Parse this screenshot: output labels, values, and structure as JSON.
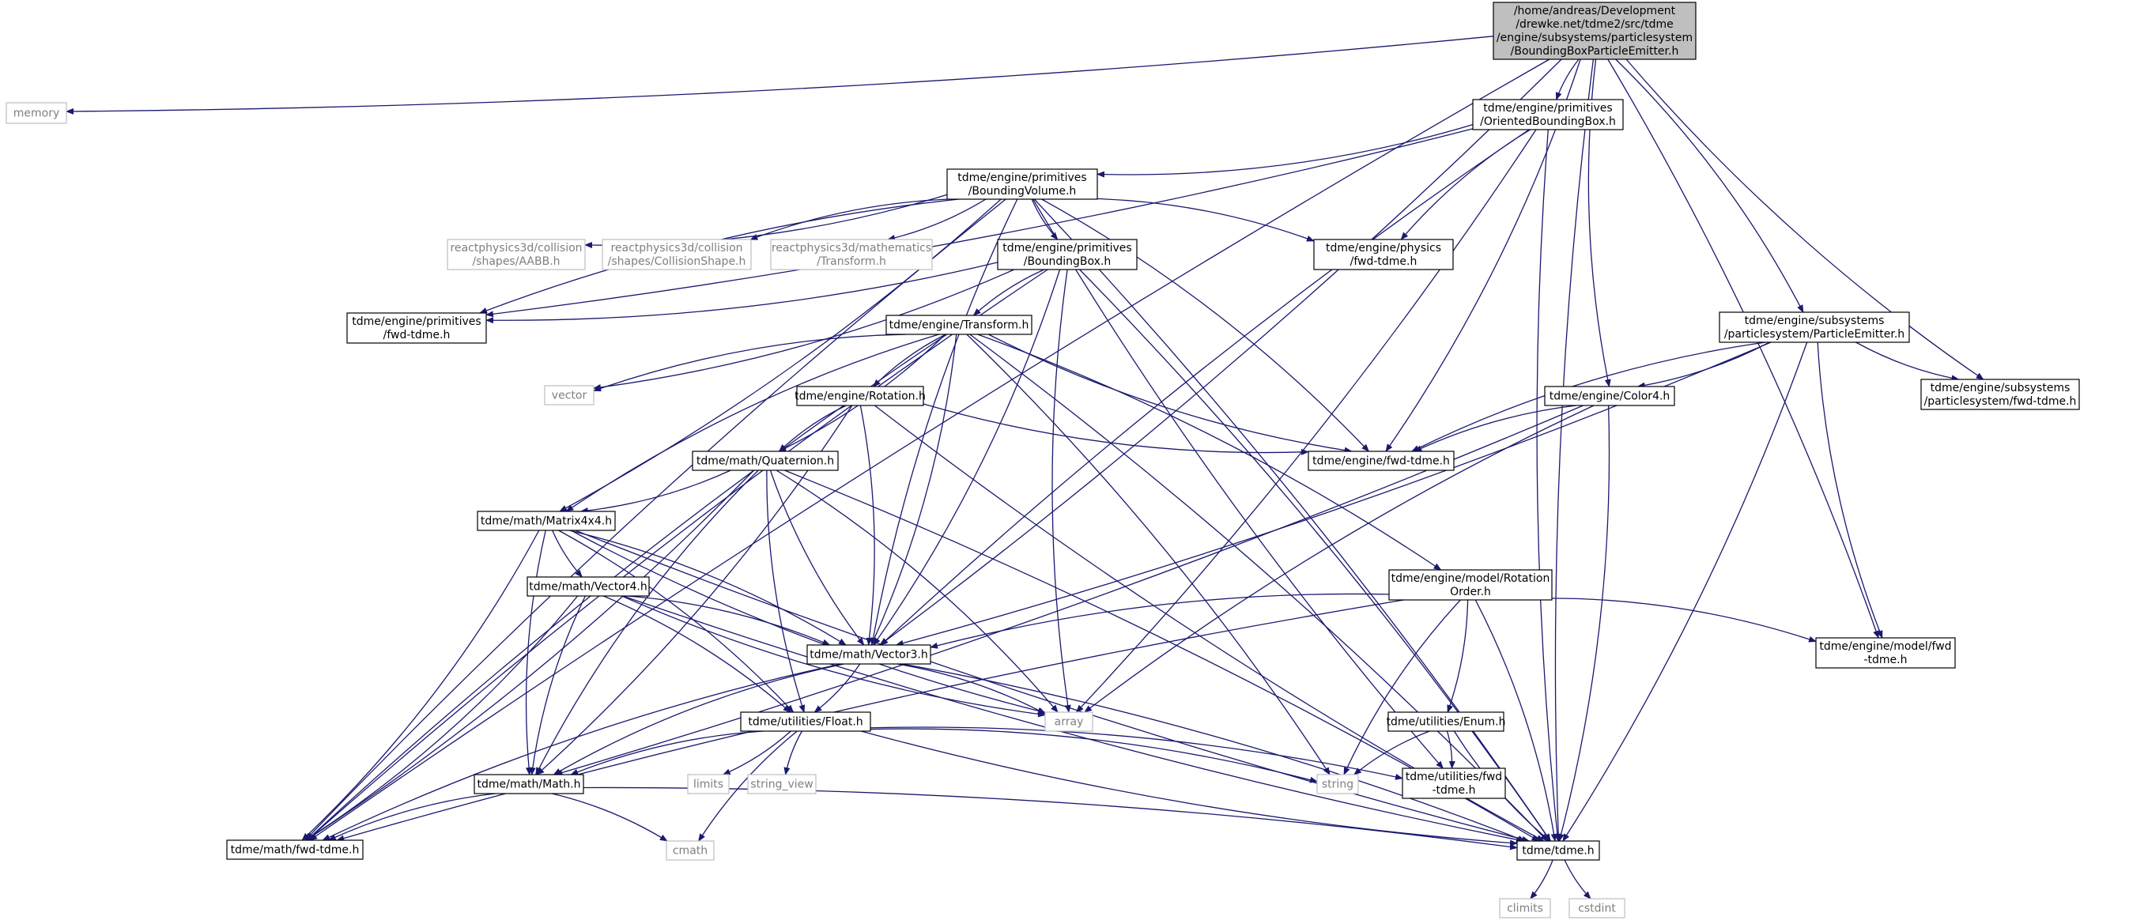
{
  "colors": {
    "edge": "#191970",
    "node_border": "#000000",
    "external_border": "#bfbfbf",
    "external_text": "#7f7f7f",
    "root_fill": "#bfbfbf",
    "fill": "#ffffff"
  },
  "nodes": [
    {
      "id": "root",
      "kind": "root",
      "lines": [
        "/home/andreas/Development",
        "/drewke.net/tdme2/src/tdme",
        "/engine/subsystems/particlesystem",
        "/BoundingBoxParticleEmitter.h"
      ]
    },
    {
      "id": "memory",
      "kind": "external",
      "lines": [
        "memory"
      ]
    },
    {
      "id": "obb",
      "kind": "header",
      "lines": [
        "tdme/engine/primitives",
        "/OrientedBoundingBox.h"
      ]
    },
    {
      "id": "bv",
      "kind": "header",
      "lines": [
        "tdme/engine/primitives",
        "/BoundingVolume.h"
      ]
    },
    {
      "id": "aabb",
      "kind": "external",
      "lines": [
        "reactphysics3d/collision",
        "/shapes/AABB.h"
      ]
    },
    {
      "id": "colshape",
      "kind": "external",
      "lines": [
        "reactphysics3d/collision",
        "/shapes/CollisionShape.h"
      ]
    },
    {
      "id": "rptransform",
      "kind": "external",
      "lines": [
        "reactphysics3d/mathematics",
        "/Transform.h"
      ]
    },
    {
      "id": "bb",
      "kind": "header",
      "lines": [
        "tdme/engine/primitives",
        "/BoundingBox.h"
      ]
    },
    {
      "id": "physfwd",
      "kind": "header",
      "lines": [
        "tdme/engine/physics",
        "/fwd-tdme.h"
      ]
    },
    {
      "id": "primfwd",
      "kind": "header",
      "lines": [
        "tdme/engine/primitives",
        "/fwd-tdme.h"
      ]
    },
    {
      "id": "transform",
      "kind": "header",
      "lines": [
        "tdme/engine/Transform.h"
      ]
    },
    {
      "id": "pe",
      "kind": "header",
      "lines": [
        "tdme/engine/subsystems",
        "/particlesystem/ParticleEmitter.h"
      ]
    },
    {
      "id": "psfwd",
      "kind": "header",
      "lines": [
        "tdme/engine/subsystems",
        "/particlesystem/fwd-tdme.h"
      ]
    },
    {
      "id": "vector",
      "kind": "external",
      "lines": [
        "vector"
      ]
    },
    {
      "id": "rotation",
      "kind": "header",
      "lines": [
        "tdme/engine/Rotation.h"
      ]
    },
    {
      "id": "color4",
      "kind": "header",
      "lines": [
        "tdme/engine/Color4.h"
      ]
    },
    {
      "id": "enginefwd",
      "kind": "header",
      "lines": [
        "tdme/engine/fwd-tdme.h"
      ]
    },
    {
      "id": "quat",
      "kind": "header",
      "lines": [
        "tdme/math/Quaternion.h"
      ]
    },
    {
      "id": "mat4",
      "kind": "header",
      "lines": [
        "tdme/math/Matrix4x4.h"
      ]
    },
    {
      "id": "vec4",
      "kind": "header",
      "lines": [
        "tdme/math/Vector4.h"
      ]
    },
    {
      "id": "rotorder",
      "kind": "header",
      "lines": [
        "tdme/engine/model/Rotation",
        "Order.h"
      ]
    },
    {
      "id": "modelfwd",
      "kind": "header",
      "lines": [
        "tdme/engine/model/fwd",
        "-tdme.h"
      ]
    },
    {
      "id": "vec3",
      "kind": "header",
      "lines": [
        "tdme/math/Vector3.h"
      ]
    },
    {
      "id": "float",
      "kind": "header",
      "lines": [
        "tdme/utilities/Float.h"
      ]
    },
    {
      "id": "array",
      "kind": "external",
      "lines": [
        "array"
      ]
    },
    {
      "id": "enum",
      "kind": "header",
      "lines": [
        "tdme/utilities/Enum.h"
      ]
    },
    {
      "id": "limits",
      "kind": "external",
      "lines": [
        "limits"
      ]
    },
    {
      "id": "string_view",
      "kind": "external",
      "lines": [
        "string_view"
      ]
    },
    {
      "id": "string",
      "kind": "external",
      "lines": [
        "string"
      ]
    },
    {
      "id": "utilfwd",
      "kind": "header",
      "lines": [
        "tdme/utilities/fwd",
        "-tdme.h"
      ]
    },
    {
      "id": "math",
      "kind": "header",
      "lines": [
        "tdme/math/Math.h"
      ]
    },
    {
      "id": "mathfwd",
      "kind": "header",
      "lines": [
        "tdme/math/fwd-tdme.h"
      ]
    },
    {
      "id": "cmath",
      "kind": "external",
      "lines": [
        "cmath"
      ]
    },
    {
      "id": "tdme",
      "kind": "header",
      "lines": [
        "tdme/tdme.h"
      ]
    },
    {
      "id": "climits",
      "kind": "external",
      "lines": [
        "climits"
      ]
    },
    {
      "id": "cstdint",
      "kind": "external",
      "lines": [
        "cstdint"
      ]
    }
  ],
  "edges": [
    [
      "root",
      "memory"
    ],
    [
      "root",
      "obb"
    ],
    [
      "root",
      "enginefwd"
    ],
    [
      "root",
      "color4"
    ],
    [
      "root",
      "pe"
    ],
    [
      "root",
      "psfwd"
    ],
    [
      "root",
      "modelfwd"
    ],
    [
      "root",
      "tdme"
    ],
    [
      "root",
      "vec3"
    ],
    [
      "root",
      "mathfwd"
    ],
    [
      "obb",
      "bv"
    ],
    [
      "obb",
      "physfwd"
    ],
    [
      "obb",
      "primfwd"
    ],
    [
      "obb",
      "vec3"
    ],
    [
      "obb",
      "array"
    ],
    [
      "obb",
      "tdme"
    ],
    [
      "bv",
      "aabb"
    ],
    [
      "bv",
      "colshape"
    ],
    [
      "bv",
      "rptransform"
    ],
    [
      "bv",
      "bb"
    ],
    [
      "bv",
      "physfwd"
    ],
    [
      "bv",
      "primfwd"
    ],
    [
      "bv",
      "enginefwd"
    ],
    [
      "bv",
      "vec3"
    ],
    [
      "bv",
      "mat4"
    ],
    [
      "bv",
      "mathfwd"
    ],
    [
      "bv",
      "tdme"
    ],
    [
      "bv",
      "utilfwd"
    ],
    [
      "bb",
      "primfwd"
    ],
    [
      "bb",
      "transform"
    ],
    [
      "bb",
      "vec3"
    ],
    [
      "bb",
      "array"
    ],
    [
      "bb",
      "vector"
    ],
    [
      "bb",
      "mathfwd"
    ],
    [
      "bb",
      "tdme"
    ],
    [
      "transform",
      "rotation"
    ],
    [
      "transform",
      "quat"
    ],
    [
      "transform",
      "mat4"
    ],
    [
      "transform",
      "vec3"
    ],
    [
      "transform",
      "enginefwd"
    ],
    [
      "transform",
      "rotorder"
    ],
    [
      "transform",
      "vector"
    ],
    [
      "transform",
      "string"
    ],
    [
      "transform",
      "mathfwd"
    ],
    [
      "transform",
      "tdme"
    ],
    [
      "rotation",
      "quat"
    ],
    [
      "rotation",
      "vec3"
    ],
    [
      "rotation",
      "enginefwd"
    ],
    [
      "rotation",
      "math"
    ],
    [
      "rotation",
      "tdme"
    ],
    [
      "quat",
      "mat4"
    ],
    [
      "quat",
      "vec3"
    ],
    [
      "quat",
      "array"
    ],
    [
      "quat",
      "float"
    ],
    [
      "quat",
      "mathfwd"
    ],
    [
      "quat",
      "math"
    ],
    [
      "quat",
      "tdme"
    ],
    [
      "mat4",
      "vec4"
    ],
    [
      "mat4",
      "vec3"
    ],
    [
      "mat4",
      "math"
    ],
    [
      "mat4",
      "float"
    ],
    [
      "mat4",
      "array"
    ],
    [
      "mat4",
      "mathfwd"
    ],
    [
      "mat4",
      "tdme"
    ],
    [
      "vec4",
      "vec3"
    ],
    [
      "vec4",
      "math"
    ],
    [
      "vec4",
      "float"
    ],
    [
      "vec4",
      "array"
    ],
    [
      "vec4",
      "mathfwd"
    ],
    [
      "vec4",
      "tdme"
    ],
    [
      "vec3",
      "float"
    ],
    [
      "vec3",
      "math"
    ],
    [
      "vec3",
      "array"
    ],
    [
      "vec3",
      "mathfwd"
    ],
    [
      "vec3",
      "tdme"
    ],
    [
      "float",
      "math"
    ],
    [
      "float",
      "limits"
    ],
    [
      "float",
      "string_view"
    ],
    [
      "float",
      "string"
    ],
    [
      "float",
      "cmath"
    ],
    [
      "float",
      "utilfwd"
    ],
    [
      "float",
      "tdme"
    ],
    [
      "math",
      "cmath"
    ],
    [
      "math",
      "mathfwd"
    ],
    [
      "math",
      "tdme"
    ],
    [
      "pe",
      "psfwd"
    ],
    [
      "pe",
      "color4"
    ],
    [
      "pe",
      "enginefwd"
    ],
    [
      "pe",
      "vec3"
    ],
    [
      "pe",
      "modelfwd"
    ],
    [
      "pe",
      "tdme"
    ],
    [
      "color4",
      "enginefwd"
    ],
    [
      "color4",
      "math"
    ],
    [
      "color4",
      "array"
    ],
    [
      "color4",
      "tdme"
    ],
    [
      "rotorder",
      "vec3"
    ],
    [
      "rotorder",
      "enum"
    ],
    [
      "rotorder",
      "string"
    ],
    [
      "rotorder",
      "modelfwd"
    ],
    [
      "rotorder",
      "mathfwd"
    ],
    [
      "rotorder",
      "tdme"
    ],
    [
      "enum",
      "string"
    ],
    [
      "enum",
      "utilfwd"
    ],
    [
      "enum",
      "tdme"
    ],
    [
      "tdme",
      "climits"
    ],
    [
      "tdme",
      "cstdint"
    ]
  ]
}
